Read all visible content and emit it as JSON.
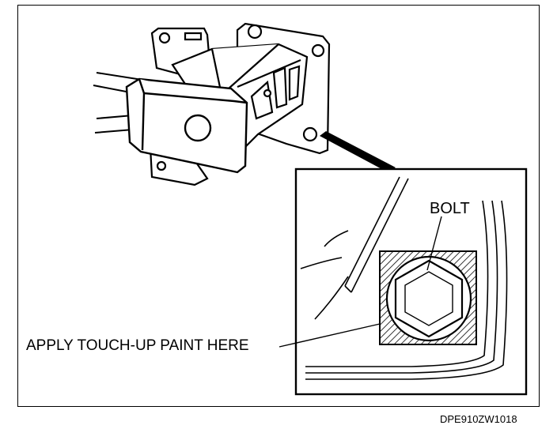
{
  "diagram": {
    "callouts": {
      "bolt": "BOLT",
      "paint": "APPLY TOUCH-UP PAINT HERE"
    },
    "figure_code": "DPE910ZW1018"
  }
}
